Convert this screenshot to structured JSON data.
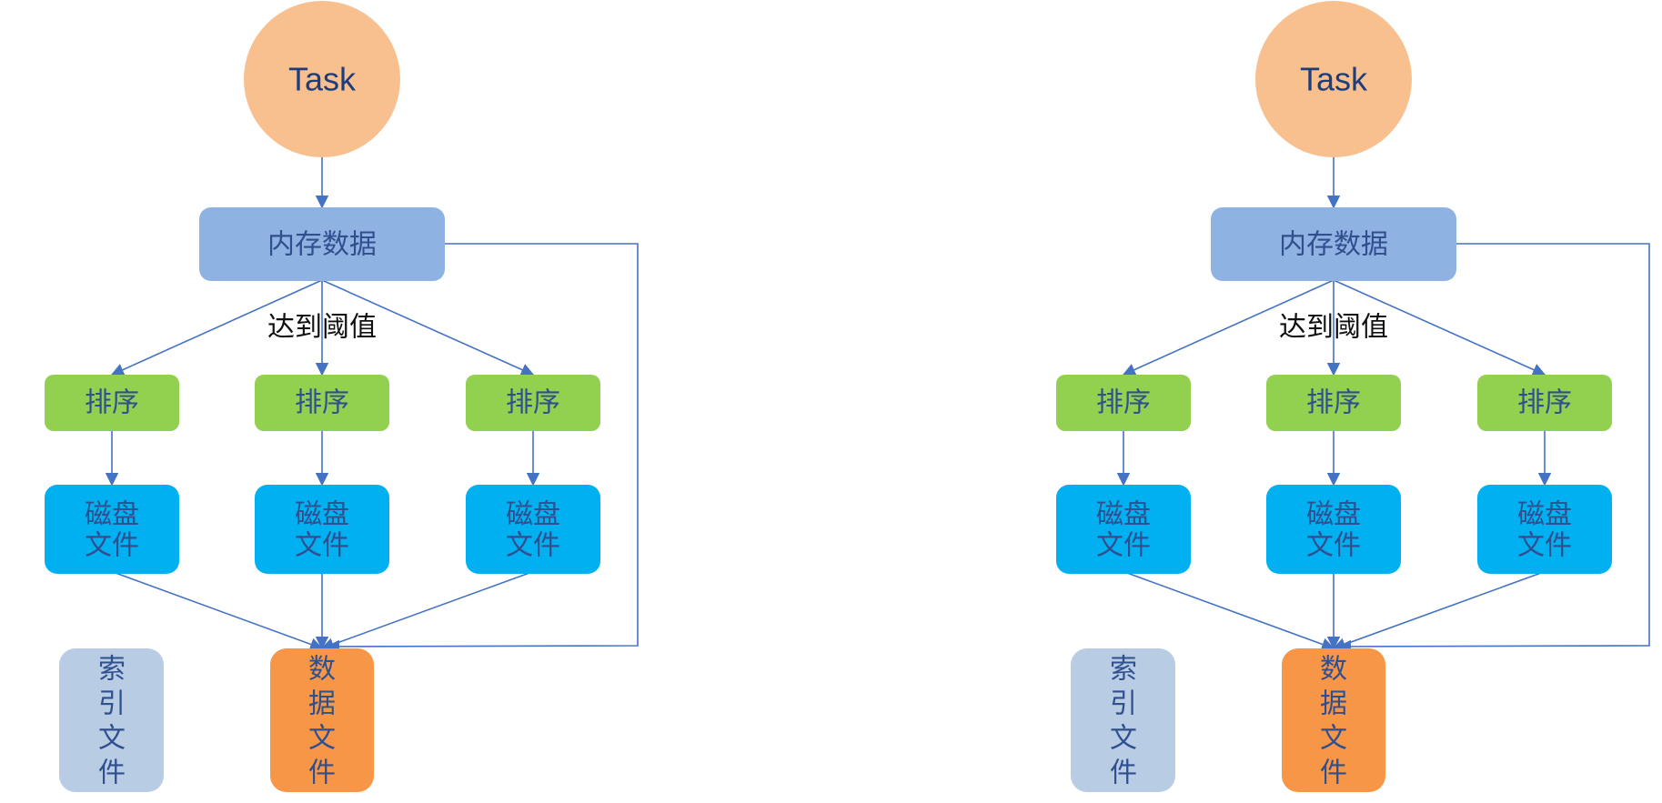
{
  "colors": {
    "task_fill": "#f8c08f",
    "memory_fill": "#8eb3e3",
    "sort_fill": "#92d050",
    "disk_fill": "#00b0f0",
    "index_fill": "#b8cce4",
    "data_file_fill": "#f79646",
    "edge": "#4472c4",
    "text": "#2f4f8f"
  },
  "diagrams": [
    {
      "task": "Task",
      "memory": "内存数据",
      "threshold_label": "达到阈值",
      "sorts": [
        "排序",
        "排序",
        "排序"
      ],
      "disks": [
        [
          "磁盘",
          "文件"
        ],
        [
          "磁盘",
          "文件"
        ],
        [
          "磁盘",
          "文件"
        ]
      ],
      "index_file": [
        "索",
        "引",
        "文",
        "件"
      ],
      "data_file": [
        "数",
        "据",
        "文",
        "件"
      ]
    },
    {
      "task": "Task",
      "memory": "内存数据",
      "threshold_label": "达到阈值",
      "sorts": [
        "排序",
        "排序",
        "排序"
      ],
      "disks": [
        [
          "磁盘",
          "文件"
        ],
        [
          "磁盘",
          "文件"
        ],
        [
          "磁盘",
          "文件"
        ]
      ],
      "index_file": [
        "索",
        "引",
        "文",
        "件"
      ],
      "data_file": [
        "数",
        "据",
        "文",
        "件"
      ]
    }
  ]
}
